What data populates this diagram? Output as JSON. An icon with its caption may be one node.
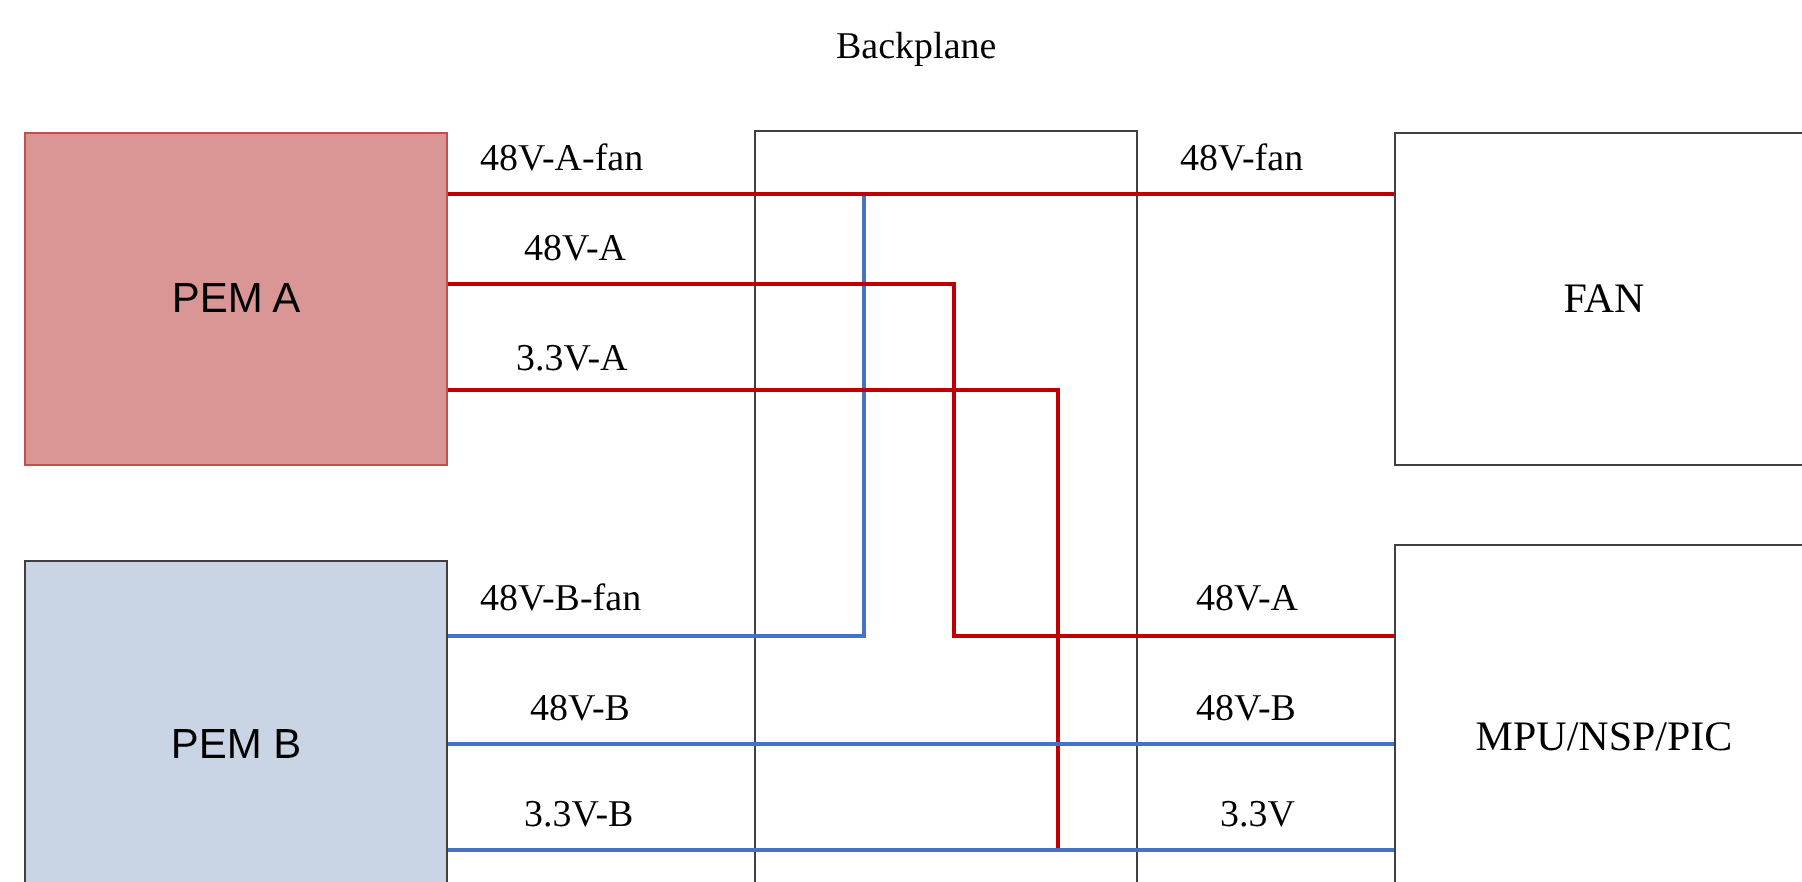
{
  "diagram": {
    "nodes": [
      {
        "text": [
          "PEM A"
        ]
      },
      {
        "text": [
          "FAN"
        ]
      },
      {
        "text": [
          "PEM B"
        ]
      },
      {
        "text": [
          "MPU/NSP/PIC"
        ]
      }
    ],
    "edges": [
      {
        "from": 2,
        "to": 1,
        "arrow": "none",
        "label": "48V-B-fan",
        "color": "#4472c4"
      },
      {
        "from": 0,
        "to": 1,
        "arrow": "none",
        "label": "48V-A-fan",
        "color": "#c00000"
      },
      {
        "from": 0,
        "to": 3,
        "arrow": "none",
        "label": "48V-A",
        "color": "#c00000"
      },
      {
        "from": 0,
        "to": 3,
        "arrow": "none",
        "label": "3.3V-A",
        "color": "#c00000"
      },
      {
        "from": 2,
        "to": 3,
        "arrow": "none",
        "label": "48V-B",
        "color": "#4472c4"
      },
      {
        "from": 2,
        "to": 3,
        "arrow": "none",
        "label": "3.3V-B",
        "color": "#4472c4"
      }
    ],
    "labels": [
      "Backplane",
      "48V-fan",
      "48V-A",
      "48V-B",
      "3.3V"
    ]
  }
}
